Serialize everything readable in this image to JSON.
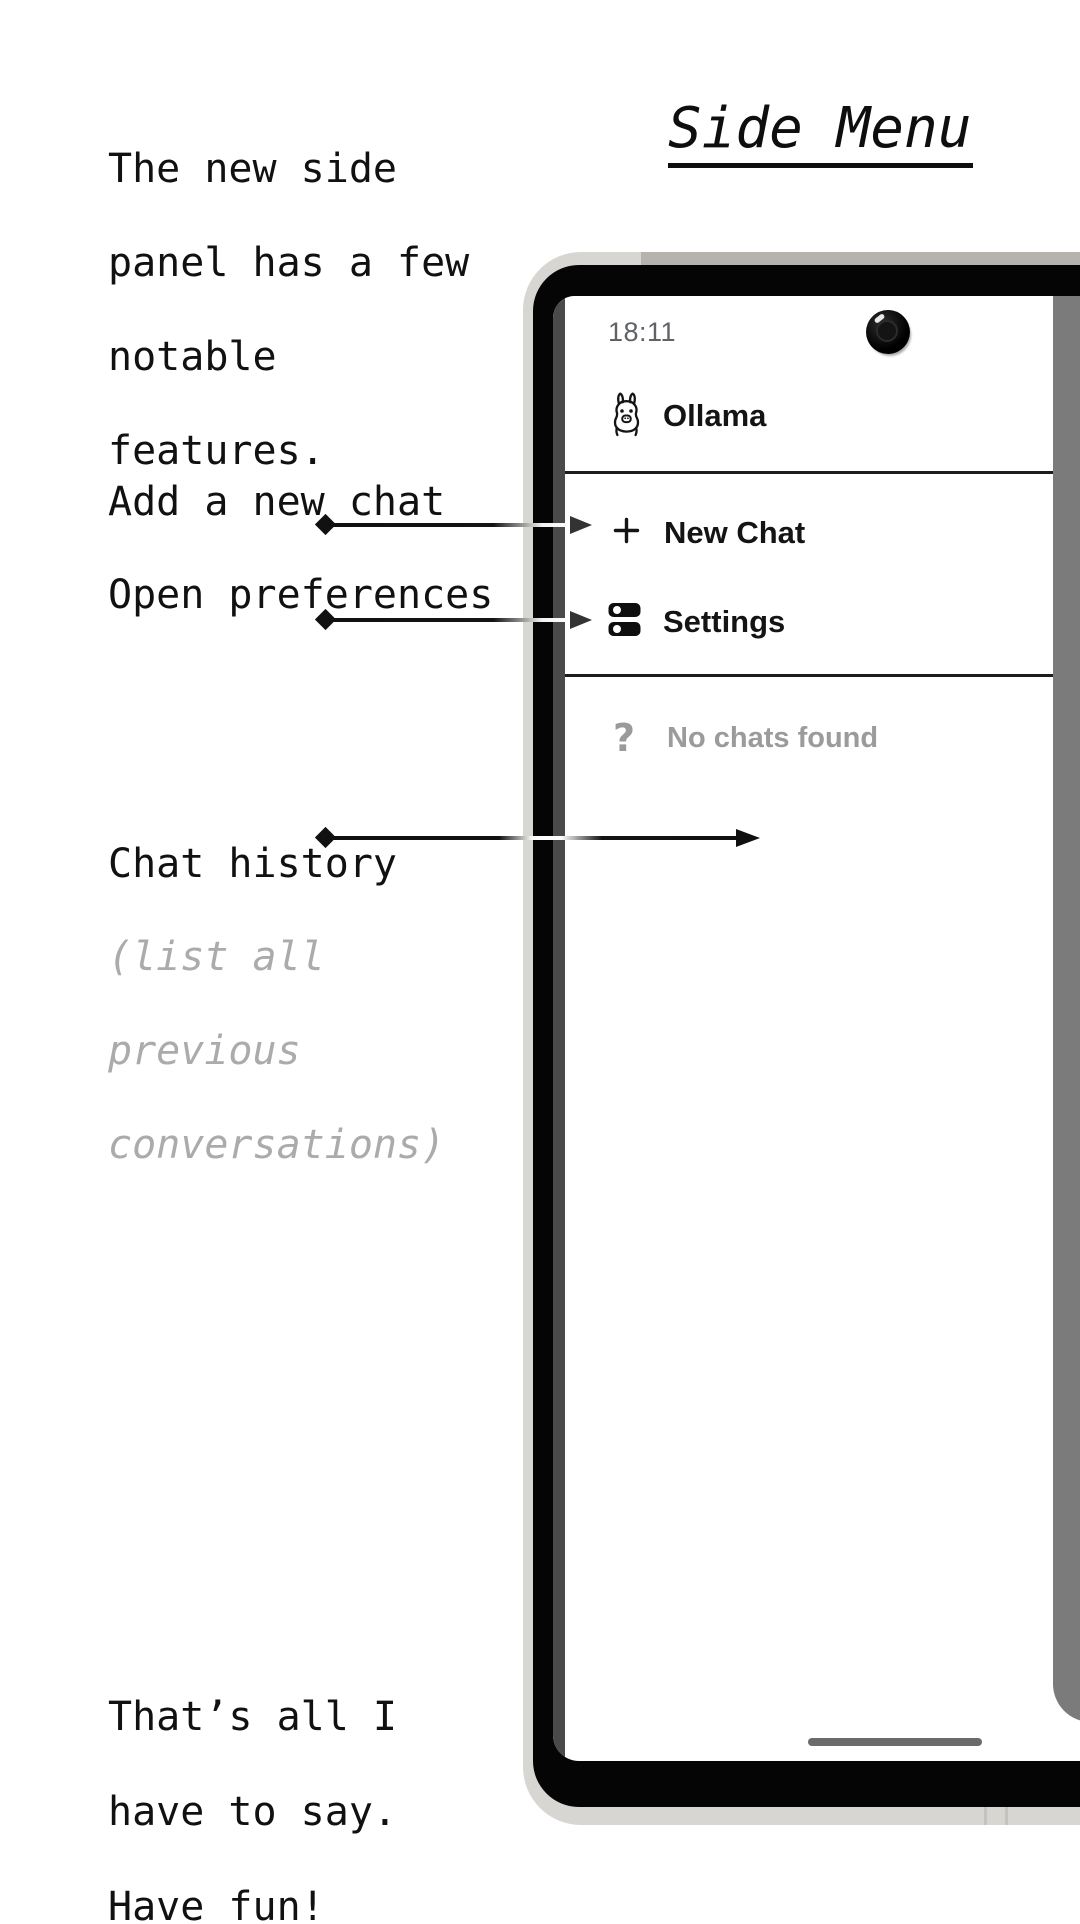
{
  "annotations": {
    "title": "Side Menu",
    "intro_lines": [
      "The new side",
      "panel has a few",
      "notable",
      "features."
    ],
    "add_chat_label": "Add a new chat",
    "open_prefs_label": "Open preferences",
    "chat_history_label": "Chat history",
    "history_note_lines": [
      "(list all",
      "previous",
      "conversations)"
    ],
    "outro_lines": [
      "That’s all I",
      "have to say.",
      "Have fun!"
    ]
  },
  "phone": {
    "status_bar": {
      "time": "18:11",
      "camera": "punch-hole-camera"
    },
    "header": {
      "app_name": "Ollama",
      "icon": "llama-logo"
    },
    "menu": [
      {
        "label": "New Chat",
        "icon": "plus"
      },
      {
        "label": "Settings",
        "icon": "settings-toggles"
      }
    ],
    "empty_state": {
      "icon_glyph": "?",
      "label": "No chats found"
    },
    "nav": {
      "gesture_handle": "handle-bar"
    }
  },
  "colors": {
    "annotation_text": "#111111",
    "muted_note": "#ababab",
    "status_time": "#5f6368",
    "empty_state": "#9a9a9a",
    "divider": "#1d1d1d",
    "scrim": "#7b7b7b",
    "phone_case": "#d8d6d2",
    "phone_case_band": "#b6b2ae",
    "bezel": "#050505",
    "screen_edge_strip": "#4a4a4a",
    "gesture_handle": "#6b6b6b"
  }
}
